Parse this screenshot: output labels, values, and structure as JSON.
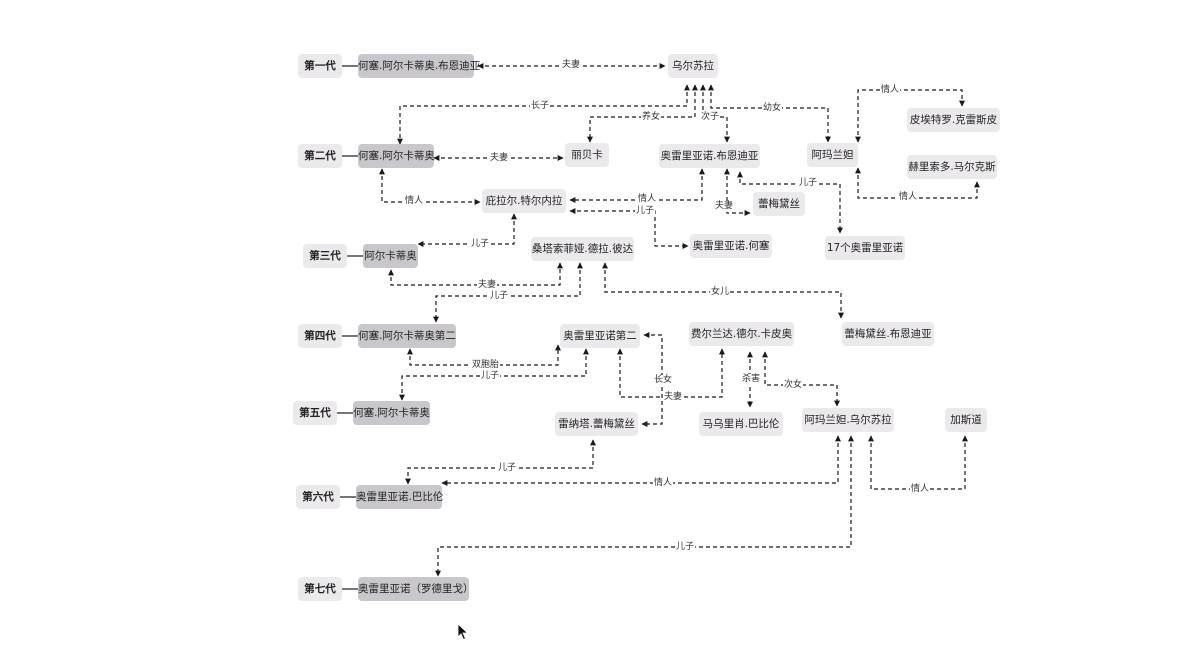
{
  "generations": [
    "第一代",
    "第二代",
    "第三代",
    "第四代",
    "第五代",
    "第六代",
    "第七代"
  ],
  "people": {
    "jose_arcadio_buendia": "何塞.阿尔卡蒂奥.布恩迪亚",
    "ursula": "乌尔苏拉",
    "jose_arcadio": "何塞.阿尔卡蒂奥",
    "rebeca": "丽贝卡",
    "aureliano_buendia": "奥雷里亚诺.布恩迪亚",
    "amaranta": "阿玛兰妲",
    "pietro_crespi": "皮埃特罗.克雷斯皮",
    "gerineldo_marquez": "赫里索多.马尔克斯",
    "pilar_ternera": "庇拉尔.特尔内拉",
    "remedios": "蕾梅黛丝",
    "arcadio": "阿尔卡蒂奥",
    "santa_sofia": "桑塔索菲娅.德拉.彼达",
    "aureliano_jose": "奥雷里亚诺.何塞",
    "seventeen_aurelianos": "17个奥雷里亚诺",
    "jose_arcadio_segundo": "何塞.阿尔卡蒂奥第二",
    "aureliano_segundo": "奥雷里亚诺第二",
    "fernanda": "费尔兰达.德尔.卡皮奥",
    "remedios_bella": "蕾梅黛丝.布恩迪亚",
    "jose_arcadio_5": "何塞.阿尔卡蒂奥",
    "renata_remedios": "雷纳塔.蕾梅黛丝",
    "mauricio_babilonia": "马乌里肖.巴比伦",
    "amaranta_ursula": "阿玛兰妲.乌尔苏拉",
    "gaston": "加斯道",
    "aureliano_babilonia": "奥雷里亚诺.巴比伦",
    "aureliano_rodrigo": "奥雷里亚诺（罗德里戈）"
  },
  "relations": {
    "spouse": "夫妻",
    "eldest_son": "长子",
    "adopted_daughter": "养女",
    "second_son": "次子",
    "youngest_daughter": "幼女",
    "lover": "情人",
    "son": "儿子",
    "daughter": "女儿",
    "twins": "双胞胎",
    "eldest_daughter": "长女",
    "killed": "杀害",
    "second_daughter": "次女"
  },
  "colors": {
    "node": "#ebe9ec",
    "node_main_line": "#c9c7cc",
    "line": "#1a1a1a"
  },
  "icons": {
    "cursor": "mouse-pointer-icon"
  }
}
